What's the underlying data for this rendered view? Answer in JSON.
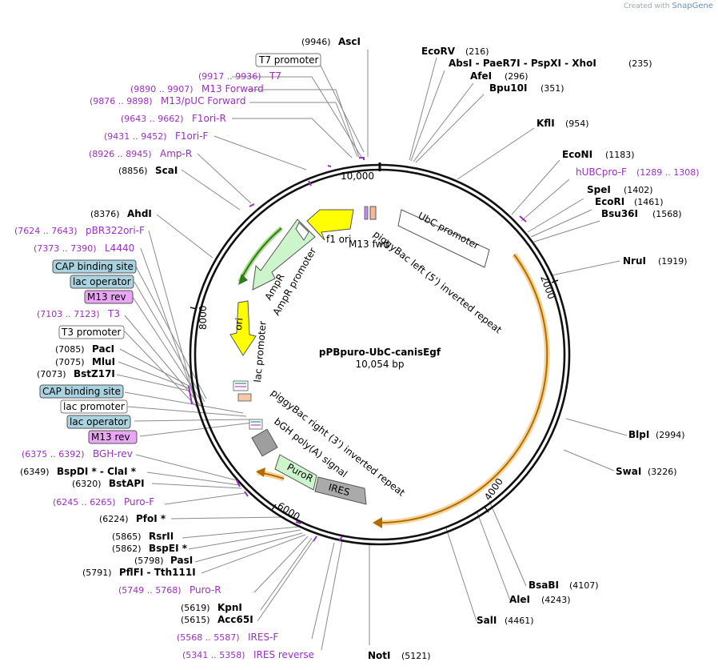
{
  "credit": {
    "prefix": "Created with",
    "brand": "SnapGene"
  },
  "plasmid": {
    "name": "pPBpuro-UbC-canisEgf",
    "length": "10,054 bp"
  },
  "ticks": [
    "2000",
    "4000",
    "6000",
    "8000",
    "10,000"
  ],
  "restriction_sites": [
    {
      "name": "AscI",
      "pos": "(9946)"
    },
    {
      "name": "EcoRV",
      "pos": "(216)"
    },
    {
      "name": "AbsI - PaeR7I - PspXI - XhoI",
      "pos": "(235)"
    },
    {
      "name": "AfeI",
      "pos": "(296)"
    },
    {
      "name": "Bpu10I",
      "pos": "(351)"
    },
    {
      "name": "KflI",
      "pos": "(954)"
    },
    {
      "name": "EcoNI",
      "pos": "(1183)"
    },
    {
      "name": "SpeI",
      "pos": "(1402)"
    },
    {
      "name": "EcoRI",
      "pos": "(1461)"
    },
    {
      "name": "Bsu36I",
      "pos": "(1568)"
    },
    {
      "name": "NruI",
      "pos": "(1919)"
    },
    {
      "name": "BlpI",
      "pos": "(2994)"
    },
    {
      "name": "SwaI",
      "pos": "(3226)"
    },
    {
      "name": "BsaBI",
      "pos": "(4107)"
    },
    {
      "name": "AleI",
      "pos": "(4243)"
    },
    {
      "name": "SalI",
      "pos": "(4461)"
    },
    {
      "name": "NotI",
      "pos": "(5121)"
    },
    {
      "name": "Acc65I",
      "pos": "(5615)"
    },
    {
      "name": "KpnI",
      "pos": "(5619)"
    },
    {
      "name": "PflFI - Tth111I",
      "pos": "(5791)"
    },
    {
      "name": "PasI",
      "pos": "(5798)"
    },
    {
      "name": "BspEI *",
      "pos": "(5862)"
    },
    {
      "name": "RsrII",
      "pos": "(5865)"
    },
    {
      "name": "PfoI *",
      "pos": "(6224)"
    },
    {
      "name": "BstAPI",
      "pos": "(6320)"
    },
    {
      "name": "BspDI * - ClaI *",
      "pos": "(6349)"
    },
    {
      "name": "BstZ17I",
      "pos": "(7073)"
    },
    {
      "name": "MluI",
      "pos": "(7075)"
    },
    {
      "name": "PacI",
      "pos": "(7085)"
    },
    {
      "name": "AhdI",
      "pos": "(8376)"
    },
    {
      "name": "ScaI",
      "pos": "(8856)"
    }
  ],
  "primers": [
    {
      "name": "T7",
      "pos": "(9917 .. 9936)"
    },
    {
      "name": "M13 Forward",
      "pos": "(9890 .. 9907)"
    },
    {
      "name": "M13/pUC Forward",
      "pos": "(9876 .. 9898)"
    },
    {
      "name": "F1ori-R",
      "pos": "(9643 .. 9662)"
    },
    {
      "name": "F1ori-F",
      "pos": "(9431 .. 9452)"
    },
    {
      "name": "Amp-R",
      "pos": "(8926 .. 8945)"
    },
    {
      "name": "hUBCpro-F",
      "pos": "(1289 .. 1308)"
    },
    {
      "name": "pBR322ori-F",
      "pos": "(7624 .. 7643)"
    },
    {
      "name": "L4440",
      "pos": "(7373 .. 7390)"
    },
    {
      "name": "T3",
      "pos": "(7103 .. 7123)"
    },
    {
      "name": "BGH-rev",
      "pos": "(6375 .. 6392)"
    },
    {
      "name": "Puro-F",
      "pos": "(6245 .. 6265)"
    },
    {
      "name": "Puro-R",
      "pos": "(5749 .. 5768)"
    },
    {
      "name": "IRES-F",
      "pos": "(5568 .. 5587)"
    },
    {
      "name": "IRES reverse",
      "pos": "(5341 .. 5358)"
    }
  ],
  "boxed_features": [
    {
      "name": "T7 promoter",
      "color": "#ffffff"
    },
    {
      "name": "CAP binding site",
      "color": "#a9d3e0"
    },
    {
      "name": "lac operator",
      "color": "#a9d3e0"
    },
    {
      "name": "M13 rev",
      "color": "#e9a6f5"
    },
    {
      "name": "T3 promoter",
      "color": "#ffffff"
    },
    {
      "name": "CAP binding site",
      "color": "#a9d3e0"
    },
    {
      "name": "lac promoter",
      "color": "#ffffff"
    },
    {
      "name": "lac operator",
      "color": "#a9d3e0"
    },
    {
      "name": "M13 rev",
      "color": "#e9a6f5"
    }
  ],
  "inner_labels": {
    "f1ori": "f1 ori",
    "m13fwd": "M13 fwd",
    "piggyleft": "piggyBac left (5') inverted repeat",
    "ubc": "UbC promoter",
    "ampr": "AmpR",
    "amprpromoter": "AmpR promoter",
    "ori": "ori",
    "lacpromoter": "lac promoter",
    "piggyright": "piggyBac right (3') inverted repeat",
    "bgh": "bGH poly(A) signal",
    "puror": "PuroR",
    "ires": "IRES"
  },
  "colors": {
    "primer": "#9a2fc2",
    "orf": "#f5a623",
    "ampr": "#ccf5cc",
    "ori": "#ffff00",
    "ires": "#aaaaaa"
  }
}
